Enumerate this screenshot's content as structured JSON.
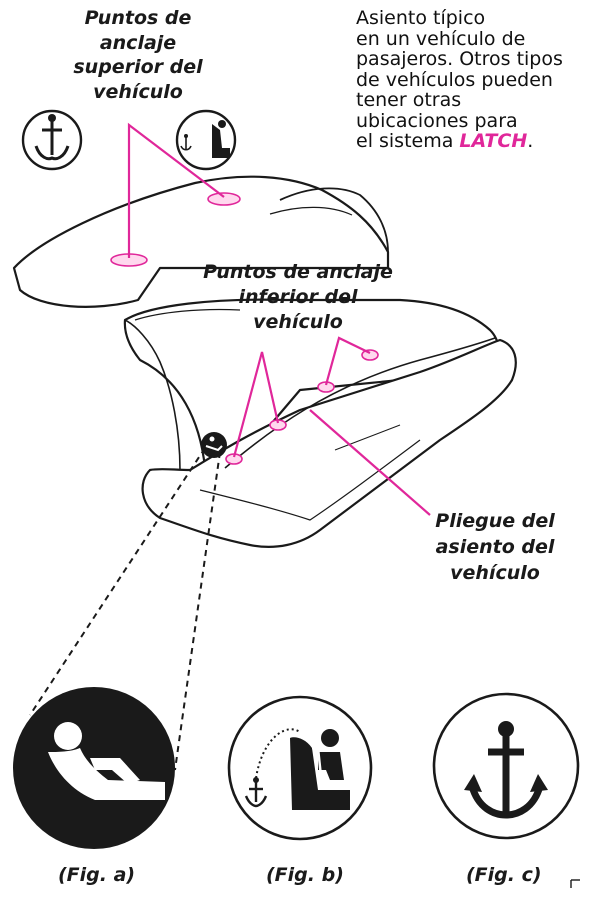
{
  "labels": {
    "top_anchor": [
      "Puntos de",
      "anclaje",
      "superior del",
      "vehículo"
    ],
    "lower_anchor": [
      "Puntos de anclaje",
      "inferior del",
      "vehículo"
    ],
    "seat_crease": [
      "Pliegue del",
      "asiento del",
      "vehículo"
    ]
  },
  "description": {
    "lines": [
      "Asiento típico",
      "en un vehículo de",
      "pasajeros. Otros tipos",
      "de vehículos pueden",
      "tener otras",
      "ubicaciones para"
    ],
    "last_prefix": "el sistema ",
    "latch": "LATCH",
    "last_suffix": "."
  },
  "figures": {
    "a": "(Fig. a)",
    "b": "(Fig. b)",
    "c": "(Fig. c)"
  },
  "colors": {
    "accent": "#e0279a",
    "ink": "#1a1a1a"
  },
  "icons": [
    "anchor-icon",
    "child-seat-tether-icon",
    "lower-anchor-icon"
  ]
}
